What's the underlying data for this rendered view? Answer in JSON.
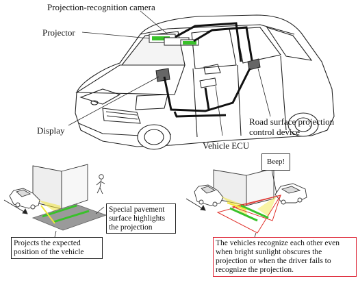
{
  "labels": {
    "projection_camera": "Projection-recognition camera",
    "projector": "Projector",
    "display": "Display",
    "road_surface_device": "Road surface projection\ncontrol device",
    "vehicle_ecu": "Vehicle ECU"
  },
  "callouts": {
    "special_pavement": "Special pavement\nsurface highlights\nthe projection",
    "projects_expected": "Projects the expected\nposition of the vehicle",
    "mutual_recognition": "The vehicles recognize each other even\nwhen bright sunlight obscures the\nprojection or when the driver fails to\nrecognize the projection.",
    "beep": "Beep!"
  },
  "colors": {
    "projector_green": "#39c12a",
    "projection_yellow": "#f2e63a",
    "warning_red": "#e0302a",
    "pavement_gray": "#9a9a9a",
    "wiring": "#111111"
  }
}
